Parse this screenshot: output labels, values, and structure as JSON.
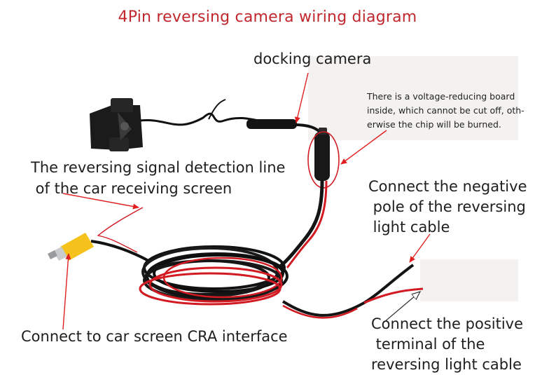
{
  "title": "4Pin reversing camera wiring diagram",
  "labels": {
    "docking_camera": "docking camera",
    "voltage_note": "There is a voltage-reducing board\ninside, which cannot be cut off, oth-\nerwise the chip will be burned.",
    "signal_detection": "The reversing signal detection line\n of the car receiving screen",
    "negative_pole": "Connect the negative\n pole of the reversing\n light cable",
    "cra_interface": "Connect to car screen CRA interface",
    "positive_terminal": "Connect the positive\n terminal of the\nreversing light cable"
  },
  "colors": {
    "title": "#c0282d",
    "annotation_arrow": "#e02020",
    "wire_black": "#141414",
    "wire_red": "#d11a22",
    "rca_plug": "#f4c21a"
  }
}
